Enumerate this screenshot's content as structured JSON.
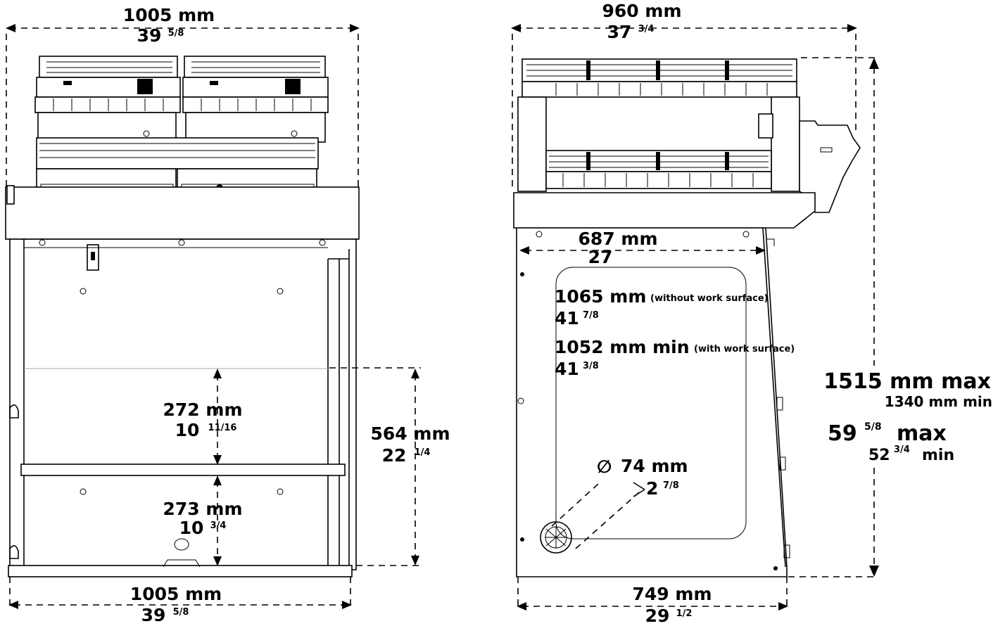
{
  "front_view": {
    "top_width": {
      "mm": "1005 mm",
      "inch_whole": "39",
      "inch_frac": "5/8"
    },
    "bottom_width": {
      "mm": "1005 mm",
      "inch_whole": "39",
      "inch_frac": "5/8"
    },
    "upper_bay": {
      "mm": "272 mm",
      "inch_whole": "10",
      "inch_frac": "11/16"
    },
    "lower_bay": {
      "mm": "273 mm",
      "inch_whole": "10",
      "inch_frac": "3/4"
    },
    "cabinet_height": {
      "mm": "564 mm",
      "inch_whole": "22",
      "inch_frac": "1/4"
    }
  },
  "side_view": {
    "top_depth": {
      "mm": "960 mm",
      "inch_whole": "37",
      "inch_frac": "3/4"
    },
    "inner_depth": {
      "mm": "687 mm",
      "inch_whole": "27"
    },
    "bottom_depth": {
      "mm": "749 mm",
      "inch_whole": "29",
      "inch_frac": "1/2"
    },
    "height_without_surface": {
      "mm": "1065 mm",
      "note": "(without work surface)",
      "inch_whole": "41",
      "inch_frac": "7/8"
    },
    "height_with_surface": {
      "mm": "1052 mm min",
      "note": "(with work surface)",
      "inch_whole": "41",
      "inch_frac": "3/8"
    },
    "drain_diameter": {
      "symbol": "∅",
      "mm": "74 mm",
      "inch_whole": "2",
      "inch_frac": "7/8"
    },
    "overall_height": {
      "mm_max": "1515 mm max",
      "mm_min": "1340 mm min",
      "inch_max_whole": "59",
      "inch_max_frac": "5/8",
      "inch_max_word": "max",
      "inch_min_whole": "52",
      "inch_min_frac": "3/4",
      "inch_min_word": "min"
    }
  }
}
